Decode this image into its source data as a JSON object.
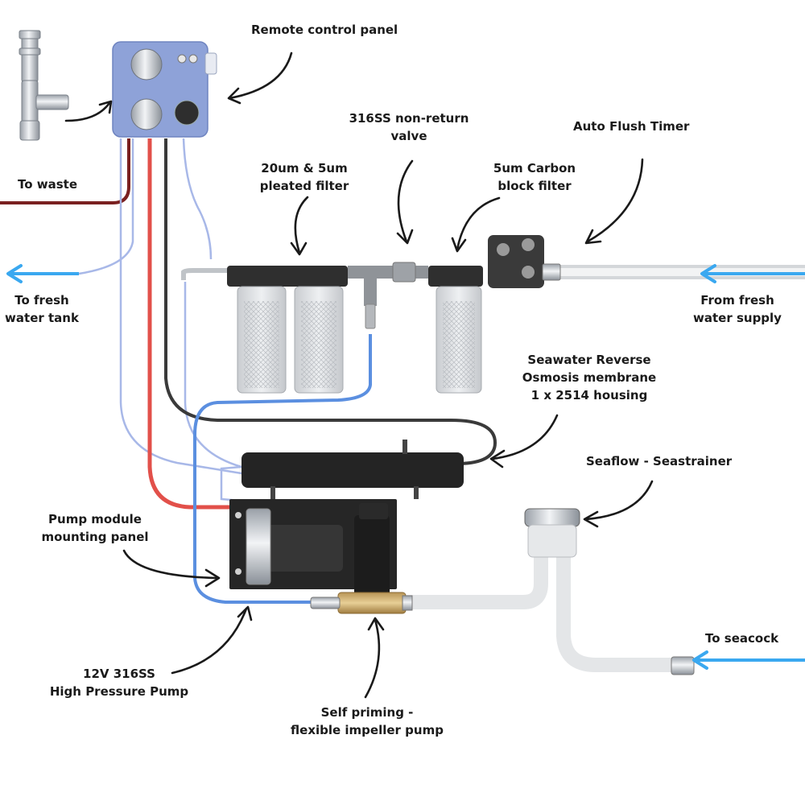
{
  "labels": {
    "remote_panel": "Remote control panel",
    "nonreturn_1": "316SS non-return",
    "nonreturn_2": "valve",
    "flush_timer": "Auto Flush Timer",
    "pleated_1": "20um  & 5um",
    "pleated_2": "pleated filter",
    "carbon_1": "5um Carbon",
    "carbon_2": "block filter",
    "to_waste": "To waste",
    "to_tank_1": "To fresh",
    "to_tank_2": "water tank",
    "from_supply_1": "From fresh",
    "from_supply_2": "water supply",
    "membrane_1": "Seawater Reverse",
    "membrane_2": "Osmosis membrane",
    "membrane_3": "1 x 2514 housing",
    "seastrainer": "Seaflow - Seastrainer",
    "pump_panel_1": "Pump module",
    "pump_panel_2": "mounting panel",
    "to_seacock": "To seacock",
    "hp_pump_1": "12V 316SS",
    "hp_pump_2": "High Pressure Pump",
    "impeller_1": "Self priming -",
    "impeller_2": "flexible impeller pump"
  },
  "colors": {
    "waste_line": "#7a2020",
    "fresh_flow": "#3aa8f0",
    "hp_line": "#e2504a",
    "dark_line": "#3a3a3a",
    "feed_line": "#5b8fe0",
    "thin_line": "#a8b8e8",
    "panel": "#8ea2d8",
    "filter_cap": "#2f2f2f",
    "membrane": "#242424"
  }
}
